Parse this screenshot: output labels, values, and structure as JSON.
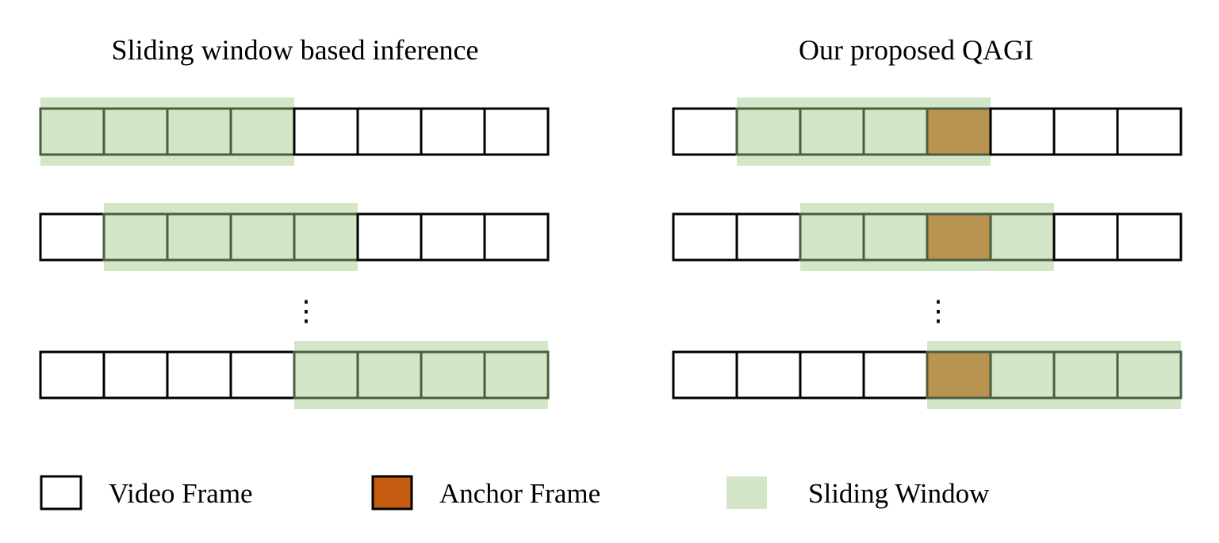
{
  "colors": {
    "frame_fill": "#ffffff",
    "frame_stroke": "#000000",
    "window_fill": "#d3e6c8",
    "window_frame_stroke": "#4a5e3f",
    "anchor_fill": "#b99350",
    "anchor_legend_fill": "#c55a11"
  },
  "panels": [
    {
      "title": "Sliding window based inference",
      "frame_count": 8,
      "rows": [
        {
          "window_start": 0,
          "window_end": 3,
          "anchor": null
        },
        {
          "window_start": 1,
          "window_end": 4,
          "anchor": null
        },
        {
          "window_start": 4,
          "window_end": 7,
          "anchor": null
        }
      ],
      "ellipsis": "⋮"
    },
    {
      "title": "Our proposed QAGI",
      "frame_count": 8,
      "rows": [
        {
          "window_start": 1,
          "window_end": 4,
          "anchor": 4
        },
        {
          "window_start": 2,
          "window_end": 5,
          "anchor": 4
        },
        {
          "window_start": 4,
          "window_end": 7,
          "anchor": 4
        }
      ],
      "ellipsis": "⋮"
    }
  ],
  "legend": {
    "video_frame": "Video Frame",
    "anchor_frame": "Anchor Frame",
    "sliding_window": "Sliding Window"
  }
}
